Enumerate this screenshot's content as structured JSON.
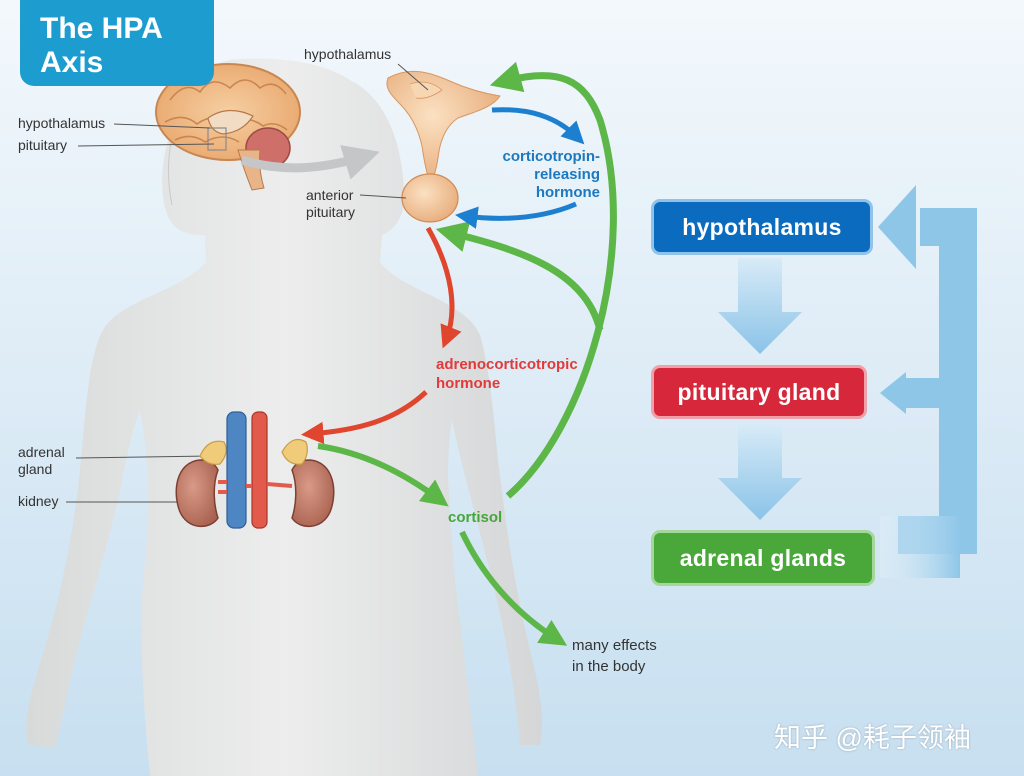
{
  "title": {
    "line1": "The HPA",
    "line2": "Axis"
  },
  "body_labels": {
    "hypothalamus": "hypothalamus",
    "pituitary": "pituitary",
    "adrenal_gland_1": "adrenal",
    "adrenal_gland_2": "gland",
    "kidney": "kidney"
  },
  "gland_labels": {
    "hypothalamus": "hypothalamus",
    "anterior_pituitary_1": "anterior",
    "anterior_pituitary_2": "pituitary"
  },
  "hormones": {
    "crh_1": "corticotropin-",
    "crh_2": "releasing",
    "crh_3": "hormone",
    "acth_1": "adrenocorticotropic",
    "acth_2": "hormone",
    "cortisol": "cortisol",
    "effects_1": "many effects",
    "effects_2": "in the body"
  },
  "flow": {
    "hypothalamus": "hypothalamus",
    "pituitary": "pituitary gland",
    "adrenal": "adrenal glands"
  },
  "watermark": "知乎 @耗子领袖",
  "colors": {
    "blue": "#0b6cbf",
    "red": "#d7273a",
    "green": "#4aa83a",
    "title": "#1c9ccf",
    "feedback": "#8ec6e8"
  }
}
